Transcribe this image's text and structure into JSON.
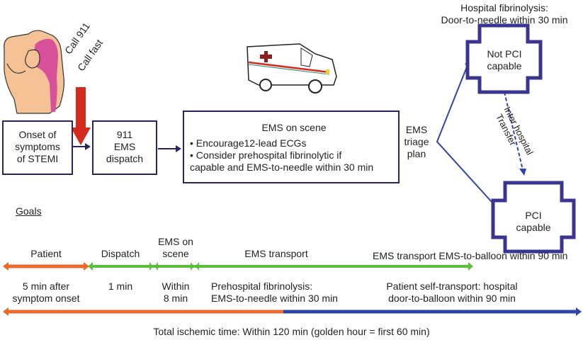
{
  "patient_illustration": {
    "icon": "patient-chest-pain-icon"
  },
  "call_label": {
    "line1": "Call 911",
    "line2": "Call fast"
  },
  "ambulance": {
    "icon": "ambulance-icon"
  },
  "boxes": {
    "onset": {
      "lines": [
        "Onset of",
        "symptoms",
        "of STEMI"
      ]
    },
    "dispatch": {
      "lines": [
        "911",
        "EMS",
        "dispatch"
      ]
    },
    "ems_scene": {
      "title": "EMS on scene",
      "bullets": [
        "• Encourage12-lead ECGs",
        "• Consider prehospital fibrinolytic if"
      ],
      "continuation": "capable and EMS-to-needle within 30 min"
    }
  },
  "triage": {
    "lines": [
      "EMS",
      "triage",
      "plan"
    ]
  },
  "hospitals": {
    "not_pci": {
      "caption_line1": "Hospital fibrinolysis:",
      "caption_line2": "Door-to-needle within 30 min",
      "label_line1": "Not PCI",
      "label_line2": "capable"
    },
    "pci": {
      "label_line1": "PCI",
      "label_line2": "capable"
    },
    "transfer": {
      "line1": "Inter hospital",
      "line2": "Transfer"
    }
  },
  "goals": {
    "heading": "Goals",
    "segments": [
      {
        "label": "Patient",
        "sub": [
          "5 min after",
          "symptom onset"
        ],
        "color": "#e8692a"
      },
      {
        "label": "Dispatch",
        "sub": [
          "1 min"
        ],
        "color": "#5cbf3c"
      },
      {
        "label": [
          "EMS on",
          "scene"
        ],
        "sub": [
          "Within",
          "8 min"
        ],
        "color": "#5cbf3c"
      },
      {
        "label": "EMS transport",
        "sub": [
          "Prehospital fibrinolysis:",
          "EMS-to-needle within 30 min"
        ],
        "color": "#5cbf3c"
      }
    ],
    "ems_balloon": "EMS transport EMS-to-balloon within 90 min",
    "self_transport": [
      "Patient self-transport: hospital",
      "door-to-balloon within 90 min"
    ],
    "total": "Total ischemic time: Within 120 min (golden hour = first 60 min)"
  },
  "colors": {
    "navy": "#2a2560",
    "orange": "#e8692a",
    "green": "#5cbf3c",
    "blue": "#2f45a8",
    "red": "#d42b1e",
    "pink": "#d9509a",
    "skin": "#f5c296"
  }
}
